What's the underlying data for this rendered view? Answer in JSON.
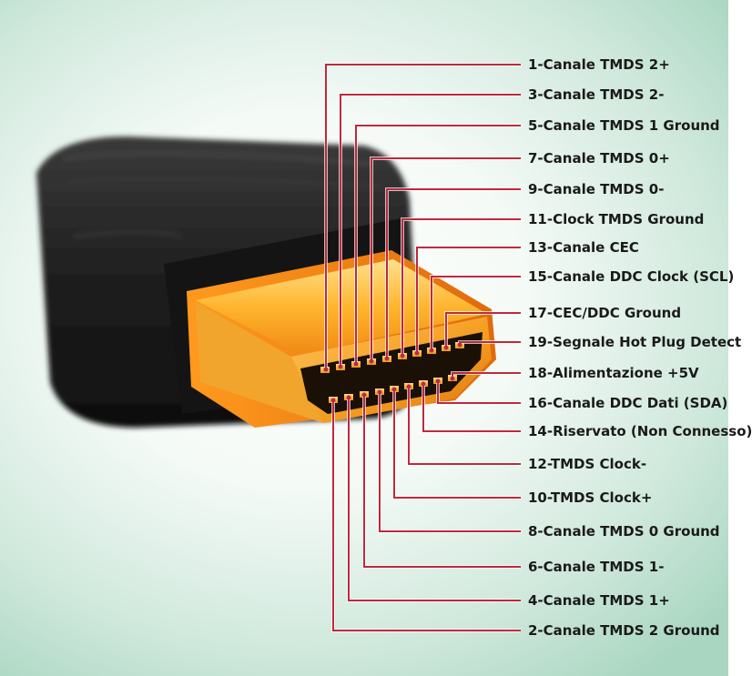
{
  "pins_top": [
    {
      "pin": 1,
      "label": "1-Canale TMDS 2+"
    },
    {
      "pin": 3,
      "label": "3-Canale TMDS 2-"
    },
    {
      "pin": 5,
      "label": "5-Canale TMDS 1 Ground"
    },
    {
      "pin": 7,
      "label": "7-Canale TMDS 0+"
    },
    {
      "pin": 9,
      "label": "9-Canale TMDS 0-"
    },
    {
      "pin": 11,
      "label": "11-Clock TMDS Ground"
    },
    {
      "pin": 13,
      "label": "13-Canale CEC"
    },
    {
      "pin": 15,
      "label": "15-Canale DDC Clock (SCL)"
    },
    {
      "pin": 17,
      "label": "17-CEC/DDC Ground"
    },
    {
      "pin": 19,
      "label": "19-Segnale Hot Plug Detect"
    }
  ],
  "pins_bottom": [
    {
      "pin": 18,
      "label": "18-Alimentazione +5V"
    },
    {
      "pin": 16,
      "label": "16-Canale DDC Dati (SDA)"
    },
    {
      "pin": 14,
      "label": "14-Riservato (Non Connesso)"
    },
    {
      "pin": 12,
      "label": "12-TMDS Clock-"
    },
    {
      "pin": 10,
      "label": "10-TMDS Clock+"
    },
    {
      "pin": 8,
      "label": "8-Canale TMDS 0 Ground"
    },
    {
      "pin": 6,
      "label": "6-Canale TMDS 1-"
    },
    {
      "pin": 4,
      "label": "4-Canale TMDS 1+"
    },
    {
      "pin": 2,
      "label": "2-Canale TMDS 2 Ground"
    }
  ],
  "colors": {
    "leader_line": "#c0283c",
    "connector_gold": "#f39a1e",
    "connector_body": "#1c1c1c"
  },
  "icons": {
    "connector": "hdmi-connector-icon"
  }
}
